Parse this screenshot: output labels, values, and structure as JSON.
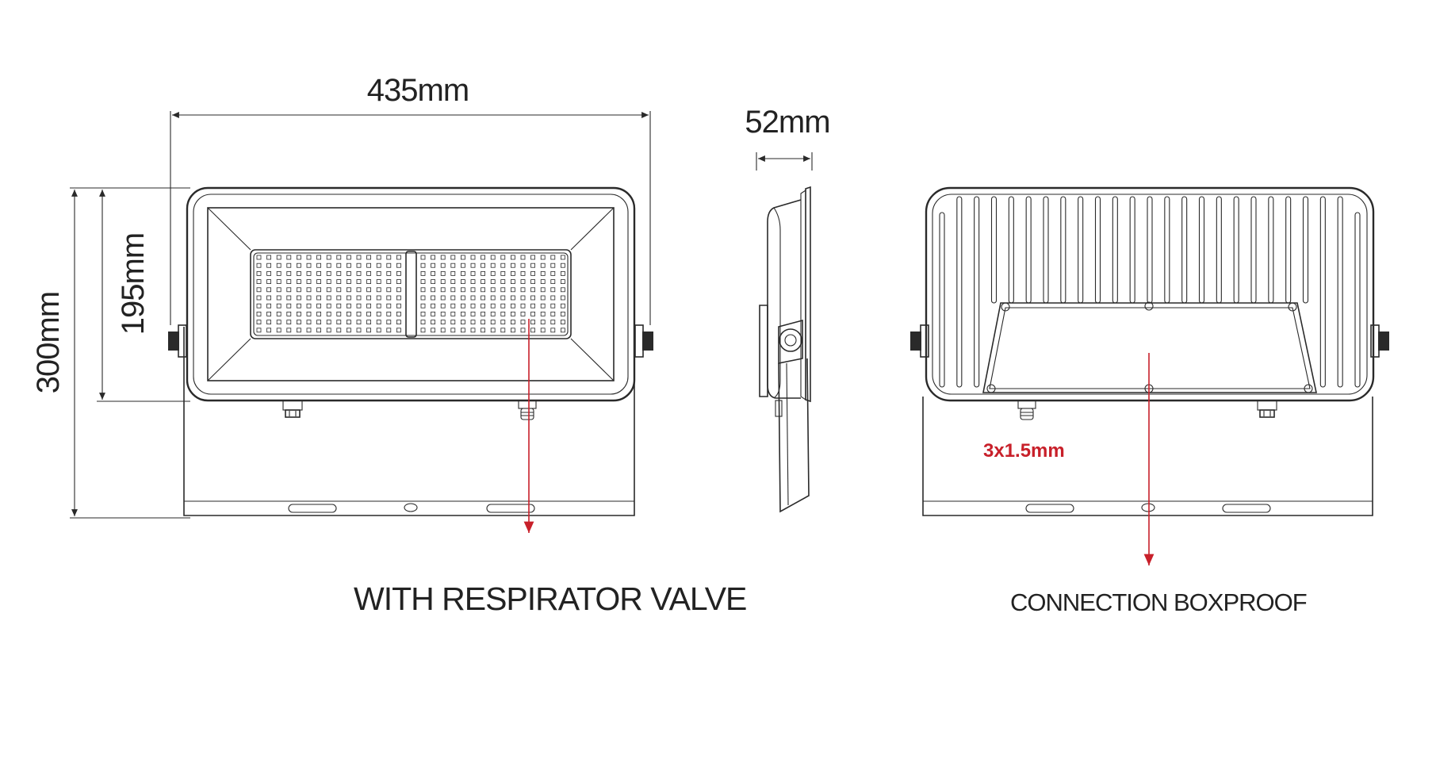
{
  "dimensions": {
    "width": "435mm",
    "depth": "52mm",
    "total_height": "300mm",
    "head_height": "195mm"
  },
  "annotations": {
    "front_label": "WITH RESPIRATOR VALVE",
    "back_label": "CONNECTION BOXPROOF",
    "cable_spec": "3x1.5mm"
  },
  "colors": {
    "line": "#2a2a2a",
    "accent_red": "#c8202a"
  }
}
